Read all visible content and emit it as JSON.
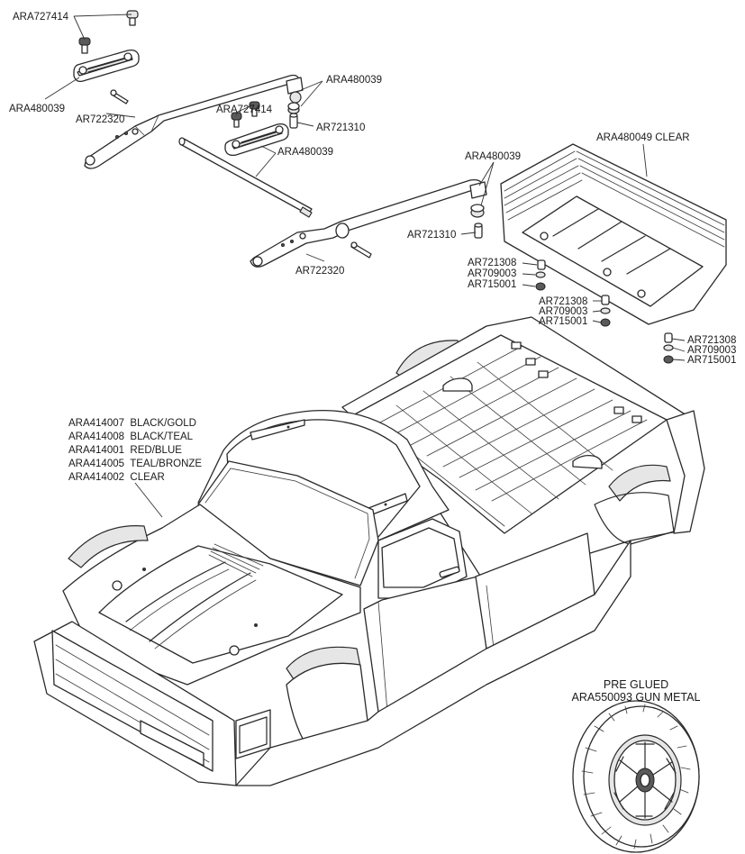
{
  "parts": {
    "screw_top_left": "ARA727414",
    "mount_left": "ARA480039",
    "pin_left": "AR722320",
    "screw_center": "ARA727414",
    "bushing_right": "ARA480039",
    "pin_center": "AR721310",
    "rod_center": "ARA480039",
    "post_right": "ARA480039",
    "pin_lower": "AR721310",
    "pin_lower_left": "AR722320",
    "wing": "ARA480049 CLEAR",
    "hw1": [
      "AR721308",
      "AR709003",
      "AR715001"
    ],
    "hw2": [
      "AR721308",
      "AR709003",
      "AR715001"
    ],
    "hw3": [
      "AR721308",
      "AR709003",
      "AR715001"
    ],
    "body_options": [
      "ARA414007  BLACK/GOLD",
      "ARA414008  BLACK/TEAL",
      "ARA414001  RED/BLUE",
      "ARA414005  TEAL/BRONZE",
      "ARA414002  CLEAR"
    ],
    "wheel_title": "PRE GLUED",
    "wheel_part": "ARA550093 GUN METAL"
  }
}
